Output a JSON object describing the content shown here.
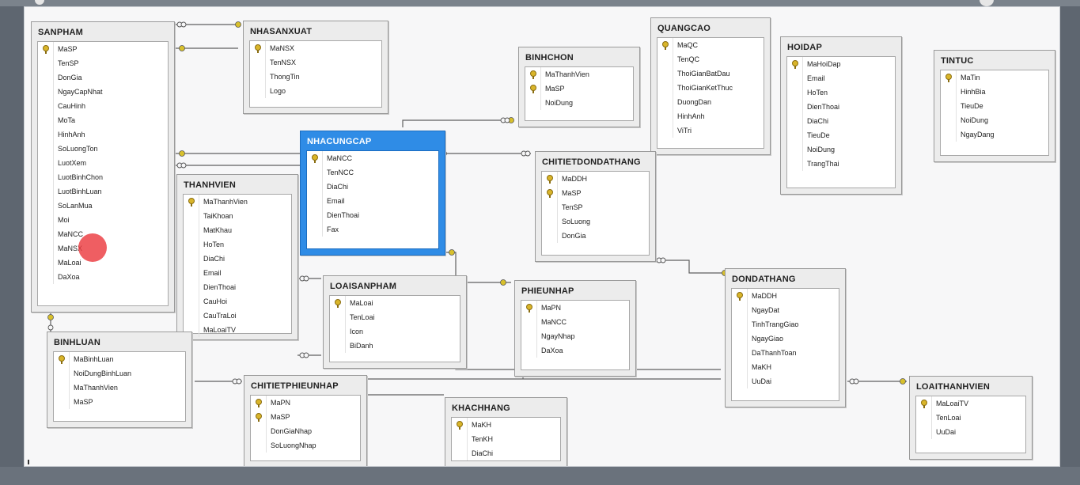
{
  "diagram": {
    "tables": [
      {
        "id": "sanpham",
        "title": "SANPHAM",
        "columns": [
          {
            "name": "MaSP",
            "key": true
          },
          {
            "name": "TenSP",
            "key": false
          },
          {
            "name": "DonGia",
            "key": false
          },
          {
            "name": "NgayCapNhat",
            "key": false
          },
          {
            "name": "CauHinh",
            "key": false
          },
          {
            "name": "MoTa",
            "key": false
          },
          {
            "name": "HinhAnh",
            "key": false
          },
          {
            "name": "SoLuongTon",
            "key": false
          },
          {
            "name": "LuotXem",
            "key": false
          },
          {
            "name": "LuotBinhChon",
            "key": false
          },
          {
            "name": "LuotBinhLuan",
            "key": false
          },
          {
            "name": "SoLanMua",
            "key": false
          },
          {
            "name": "Moi",
            "key": false
          },
          {
            "name": "MaNCC",
            "key": false
          },
          {
            "name": "MaNSX",
            "key": false
          },
          {
            "name": "MaLoai",
            "key": false
          },
          {
            "name": "DaXoa",
            "key": false
          }
        ]
      },
      {
        "id": "nhasanxuat",
        "title": "NHASANXUAT",
        "columns": [
          {
            "name": "MaNSX",
            "key": true
          },
          {
            "name": "TenNSX",
            "key": false
          },
          {
            "name": "ThongTin",
            "key": false
          },
          {
            "name": "Logo",
            "key": false
          }
        ]
      },
      {
        "id": "binhchon",
        "title": "BINHCHON",
        "columns": [
          {
            "name": "MaThanhVien",
            "key": true
          },
          {
            "name": "MaSP",
            "key": true
          },
          {
            "name": "NoiDung",
            "key": false
          }
        ]
      },
      {
        "id": "quangcao",
        "title": "QUANGCAO",
        "columns": [
          {
            "name": "MaQC",
            "key": true
          },
          {
            "name": "TenQC",
            "key": false
          },
          {
            "name": "ThoiGianBatDau",
            "key": false
          },
          {
            "name": "ThoiGianKetThuc",
            "key": false
          },
          {
            "name": "DuongDan",
            "key": false
          },
          {
            "name": "HinhAnh",
            "key": false
          },
          {
            "name": "ViTri",
            "key": false
          }
        ]
      },
      {
        "id": "hoidap",
        "title": "HOIDAP",
        "columns": [
          {
            "name": "MaHoiDap",
            "key": true
          },
          {
            "name": "Email",
            "key": false
          },
          {
            "name": "HoTen",
            "key": false
          },
          {
            "name": "DienThoai",
            "key": false
          },
          {
            "name": "DiaChi",
            "key": false
          },
          {
            "name": "TieuDe",
            "key": false
          },
          {
            "name": "NoiDung",
            "key": false
          },
          {
            "name": "TrangThai",
            "key": false
          }
        ]
      },
      {
        "id": "tintuc",
        "title": "TINTUC",
        "columns": [
          {
            "name": "MaTin",
            "key": true
          },
          {
            "name": "HinhBia",
            "key": false
          },
          {
            "name": "TieuDe",
            "key": false
          },
          {
            "name": "NoiDung",
            "key": false
          },
          {
            "name": "NgayDang",
            "key": false
          }
        ]
      },
      {
        "id": "nhacungcap",
        "title": "NHACUNGCAP",
        "selected": true,
        "columns": [
          {
            "name": "MaNCC",
            "key": true
          },
          {
            "name": "TenNCC",
            "key": false
          },
          {
            "name": "DiaChi",
            "key": false
          },
          {
            "name": "Email",
            "key": false
          },
          {
            "name": "DienThoai",
            "key": false
          },
          {
            "name": "Fax",
            "key": false
          }
        ]
      },
      {
        "id": "chitietdondathang",
        "title": "CHITIETDONDATHANG",
        "columns": [
          {
            "name": "MaDDH",
            "key": true
          },
          {
            "name": "MaSP",
            "key": true
          },
          {
            "name": "TenSP",
            "key": false
          },
          {
            "name": "SoLuong",
            "key": false
          },
          {
            "name": "DonGia",
            "key": false
          }
        ]
      },
      {
        "id": "thanhvien",
        "title": "THANHVIEN",
        "columns": [
          {
            "name": "MaThanhVien",
            "key": true
          },
          {
            "name": "TaiKhoan",
            "key": false
          },
          {
            "name": "MatKhau",
            "key": false
          },
          {
            "name": "HoTen",
            "key": false
          },
          {
            "name": "DiaChi",
            "key": false
          },
          {
            "name": "Email",
            "key": false
          },
          {
            "name": "DienThoai",
            "key": false
          },
          {
            "name": "CauHoi",
            "key": false
          },
          {
            "name": "CauTraLoi",
            "key": false
          },
          {
            "name": "MaLoaiTV",
            "key": false
          }
        ]
      },
      {
        "id": "loaisanpham",
        "title": "LOAISANPHAM",
        "columns": [
          {
            "name": "MaLoai",
            "key": true
          },
          {
            "name": "TenLoai",
            "key": false
          },
          {
            "name": "Icon",
            "key": false
          },
          {
            "name": "BiDanh",
            "key": false
          }
        ]
      },
      {
        "id": "phieunhap",
        "title": "PHIEUNHAP",
        "columns": [
          {
            "name": "MaPN",
            "key": true
          },
          {
            "name": "MaNCC",
            "key": false
          },
          {
            "name": "NgayNhap",
            "key": false
          },
          {
            "name": "DaXoa",
            "key": false
          }
        ]
      },
      {
        "id": "dondathang",
        "title": "DONDATHANG",
        "columns": [
          {
            "name": "MaDDH",
            "key": true
          },
          {
            "name": "NgayDat",
            "key": false
          },
          {
            "name": "TinhTrangGiao",
            "key": false
          },
          {
            "name": "NgayGiao",
            "key": false
          },
          {
            "name": "DaThanhToan",
            "key": false
          },
          {
            "name": "MaKH",
            "key": false
          },
          {
            "name": "UuDai",
            "key": false
          }
        ]
      },
      {
        "id": "binhluan",
        "title": "BINHLUAN",
        "columns": [
          {
            "name": "MaBinhLuan",
            "key": true
          },
          {
            "name": "NoiDungBinhLuan",
            "key": false
          },
          {
            "name": "MaThanhVien",
            "key": false
          },
          {
            "name": "MaSP",
            "key": false
          }
        ]
      },
      {
        "id": "chitietphieunhap",
        "title": "CHITIETPHIEUNHAP",
        "columns": [
          {
            "name": "MaPN",
            "key": true
          },
          {
            "name": "MaSP",
            "key": true
          },
          {
            "name": "DonGiaNhap",
            "key": false
          },
          {
            "name": "SoLuongNhap",
            "key": false
          }
        ]
      },
      {
        "id": "khachhang",
        "title": "KHACHHANG",
        "columns": [
          {
            "name": "MaKH",
            "key": true
          },
          {
            "name": "TenKH",
            "key": false
          },
          {
            "name": "DiaChi",
            "key": false
          }
        ]
      },
      {
        "id": "loaithanhvien",
        "title": "LOAITHANHVIEN",
        "columns": [
          {
            "name": "MaLoaiTV",
            "key": true
          },
          {
            "name": "TenLoai",
            "key": false
          },
          {
            "name": "UuDai",
            "key": false
          }
        ]
      }
    ]
  },
  "colors": {
    "selected_header": "#2f8ce6",
    "key_icon": "#d9b52a",
    "cursor_marker": "#ec3b3f"
  }
}
